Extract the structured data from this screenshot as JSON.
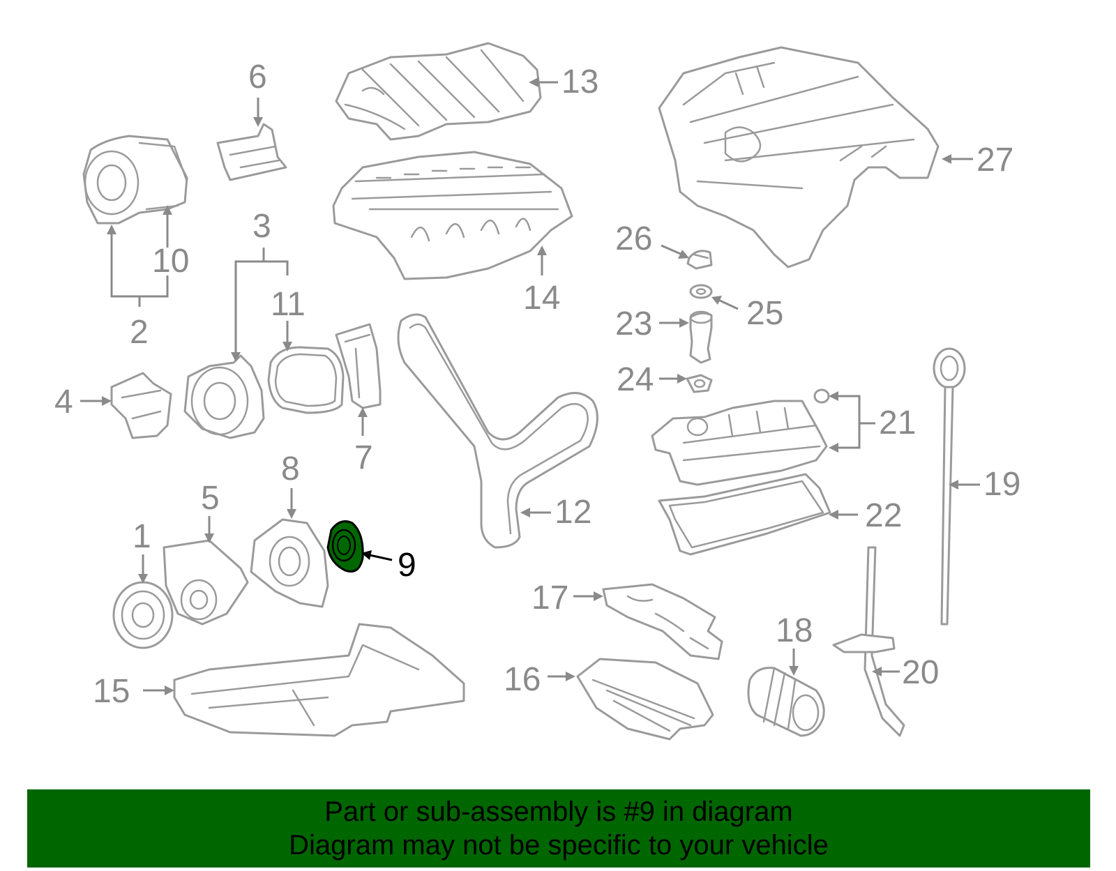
{
  "diagram": {
    "highlight_color": "#006600",
    "highlighted_callout": "9",
    "callouts": [
      "1",
      "2",
      "3",
      "4",
      "5",
      "6",
      "7",
      "8",
      "9",
      "10",
      "11",
      "12",
      "13",
      "14",
      "15",
      "16",
      "17",
      "18",
      "19",
      "20",
      "21",
      "22",
      "23",
      "24",
      "25",
      "26",
      "27"
    ]
  },
  "banner": {
    "line1": "Part or sub-assembly is #9 in diagram",
    "line2": "Diagram may not be specific to your vehicle",
    "background": "#006600"
  }
}
